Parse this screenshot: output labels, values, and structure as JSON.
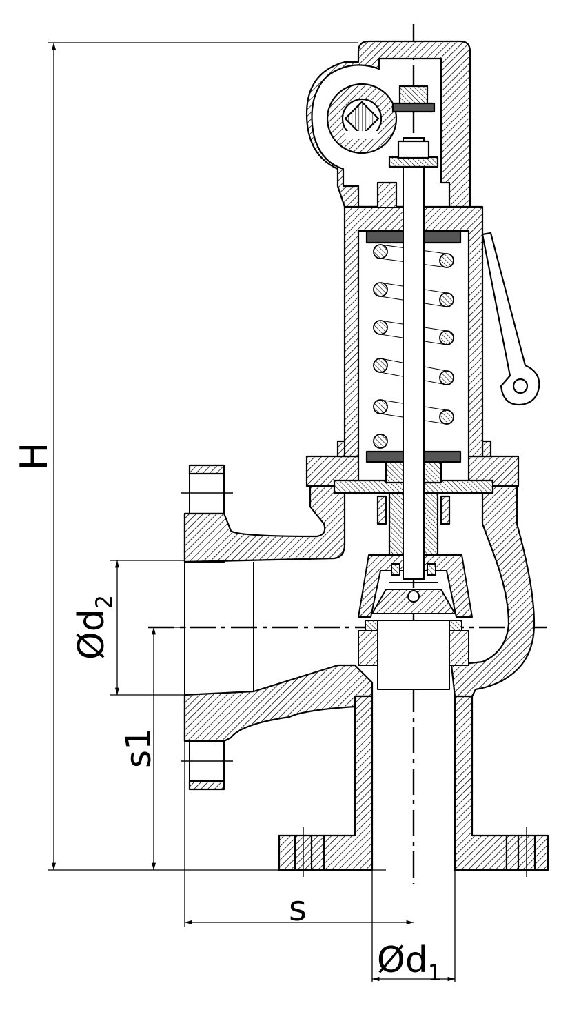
{
  "labels": {
    "height": "H",
    "outlet_diameter_symbol": "Ød",
    "outlet_diameter_subscript": "2",
    "outlet_offset": "s1",
    "inlet_offset": "s",
    "inlet_diameter_symbol": "Ød",
    "inlet_diameter_subscript": "1"
  }
}
